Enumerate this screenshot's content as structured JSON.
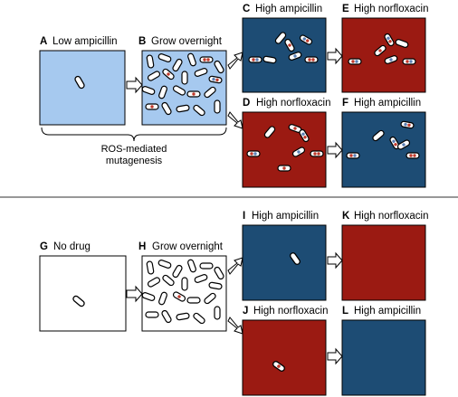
{
  "colors": {
    "light_blue": "#a6c9ef",
    "dark_blue": "#1d4c74",
    "dark_red": "#9b1a12",
    "white": "#ffffff",
    "red_dot": "#c0392b",
    "blue_dot": "#5a7fb5"
  },
  "panels": [
    {
      "id": "A",
      "label": "Low ampicillin"
    },
    {
      "id": "B",
      "label": "Grow overnight"
    },
    {
      "id": "C",
      "label": "High ampicillin"
    },
    {
      "id": "D",
      "label": "High norfloxacin"
    },
    {
      "id": "E",
      "label": "High norfloxacin"
    },
    {
      "id": "F",
      "label": "High ampicillin"
    },
    {
      "id": "G",
      "label": "No drug"
    },
    {
      "id": "H",
      "label": "Grow overnight"
    },
    {
      "id": "I",
      "label": "High ampicillin"
    },
    {
      "id": "J",
      "label": "High norfloxacin"
    },
    {
      "id": "K",
      "label": "High norfloxacin"
    },
    {
      "id": "L",
      "label": "High ampicillin"
    }
  ],
  "brace_caption": {
    "line1": "ROS-mediated",
    "line2": "mutagenesis"
  }
}
